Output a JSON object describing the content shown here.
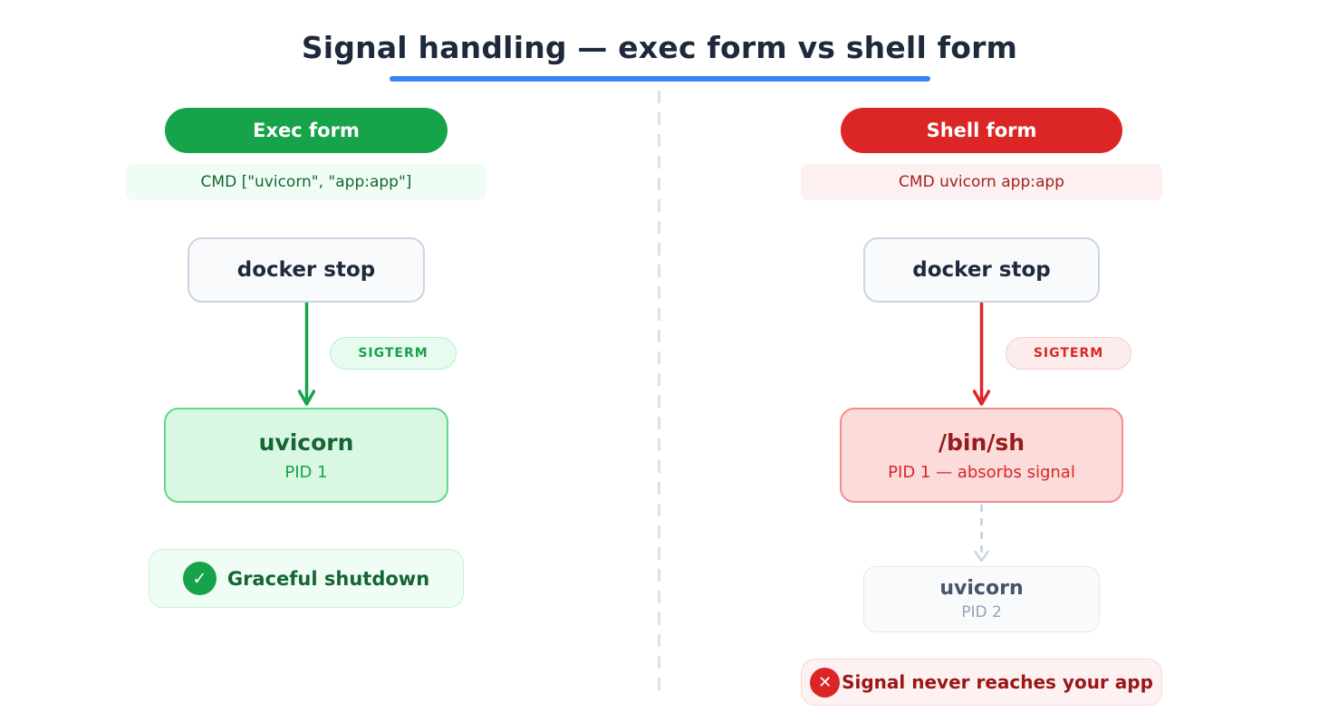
{
  "title": "Signal handling — exec form vs shell form",
  "columns": {
    "exec": {
      "header": "Exec form",
      "cmd": "CMD [\"uvicorn\", \"app:app\"]",
      "docker_stop": "docker stop",
      "signal_badge": "SIGTERM",
      "process": {
        "name": "uvicorn",
        "pid": "PID 1"
      },
      "outcome": "Graceful shutdown"
    },
    "shell": {
      "header": "Shell form",
      "cmd": "CMD uvicorn app:app",
      "docker_stop": "docker stop",
      "signal_badge": "SIGTERM",
      "process": {
        "name": "/bin/sh",
        "pid": "PID 1 — absorbs signal"
      },
      "child_process": {
        "name": "uvicorn",
        "pid": "PID 2"
      },
      "outcome": "Signal never reaches your app"
    }
  },
  "icons": {
    "check": "✓",
    "cross": "✕"
  },
  "colors": {
    "title_text": "#1e293b",
    "title_underline": "#3b82f6",
    "exec_accent": "#16a34a",
    "exec_dark": "#166534",
    "shell_accent": "#dc2626",
    "shell_dark": "#991b1b",
    "neutral_box_bg": "#f8fafc",
    "neutral_border": "#cbd5e1",
    "divider": "#dbe1e9"
  }
}
